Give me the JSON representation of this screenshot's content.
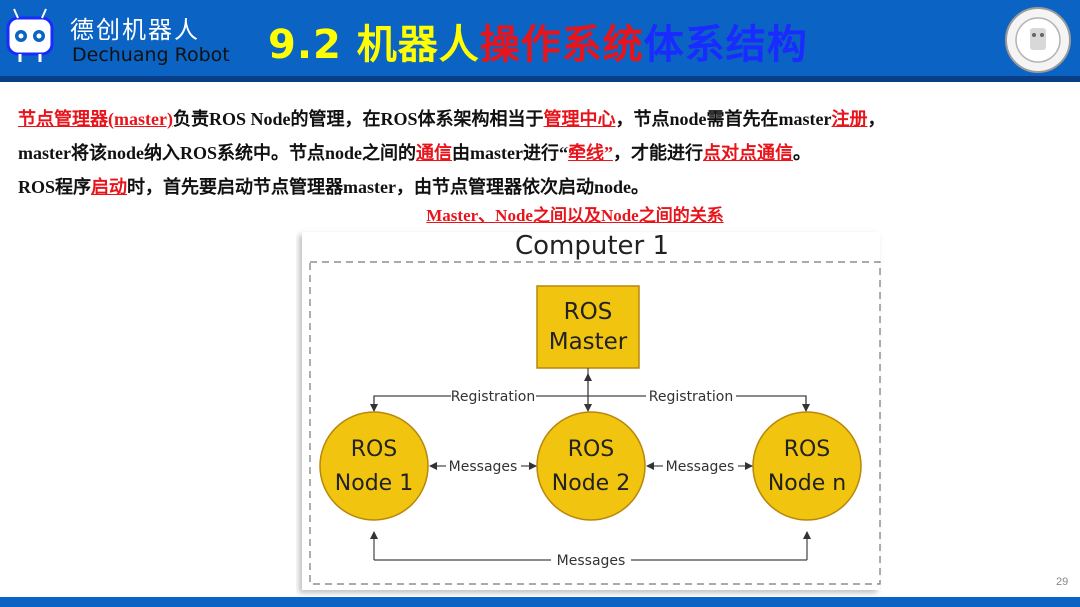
{
  "header": {
    "brand_cn": "德创机器人",
    "brand_en": "Dechuang Robot",
    "title_part1": "9.2 机器人",
    "title_part2": "操作系统",
    "title_part3": "体系结构",
    "colors": {
      "bar": "#0b63c4",
      "yellow": "#ffff00",
      "red": "#e8141b",
      "blue": "#1a2bff"
    }
  },
  "paragraph": {
    "l1_a": "节点管理器(master)",
    "l1_b": "负责ROS Node的管理，在ROS体系架构相当于",
    "l1_c": "管理中心",
    "l1_d": "，节点node需首先在master",
    "l1_e": "注册",
    "l1_f": "，",
    "l2_a": "master将该node纳入ROS系统中。节点node之间的",
    "l2_b": "通信",
    "l2_c": "由master进行“",
    "l2_d": "牵线”",
    "l2_e": "，才能进行",
    "l2_f": "点对点通信",
    "l2_g": "。",
    "l3_a": "ROS程序",
    "l3_b": "启动",
    "l3_c": "时，首先要启动节点管理器master，由节点管理器依次启动node。"
  },
  "caption": "Master、Node之间以及Node之间的关系",
  "diagram": {
    "computer_label": "Computer 1",
    "master_line1": "ROS",
    "master_line2": "Master",
    "node1_line1": "ROS",
    "node1_line2": "Node 1",
    "node2_line1": "ROS",
    "node2_line2": "Node 2",
    "noden_line1": "ROS",
    "noden_line2": "Node n",
    "registration_left": "Registration",
    "registration_right": "Registration",
    "messages_left": "Messages",
    "messages_right": "Messages",
    "messages_bottom": "Messages",
    "colors": {
      "node_fill": "#f1c40f",
      "node_stroke": "#b8860b"
    }
  },
  "page_number": "29"
}
